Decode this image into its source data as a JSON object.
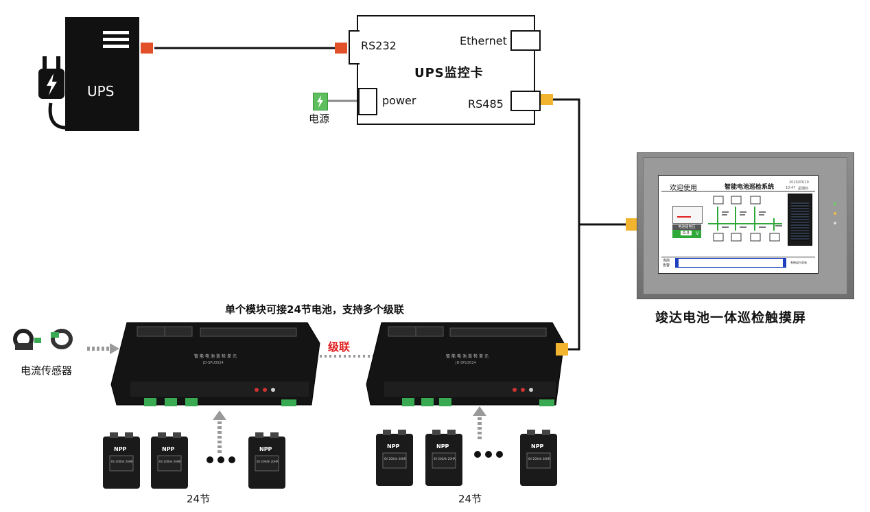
{
  "ups": {
    "label": "UPS"
  },
  "card": {
    "title": "UPS监控卡",
    "rs232": "RS232",
    "ethernet": "Ethernet",
    "power": "power",
    "rs485": "RS485"
  },
  "power_source": {
    "label": "电源"
  },
  "touchscreen": {
    "caption": "竣达电池一体巡检触摸屏",
    "welcome": "欢迎使用",
    "system_title": "智能电池巡检系统",
    "date": "2020/03/19",
    "time": "10:47",
    "weekday": "星期四",
    "voltage_label": "电池组电压",
    "voltage_value": "0.0",
    "voltage_unit": "V",
    "status_line1": "当前",
    "status_line2": "告警",
    "footer_right": "系统运行状态"
  },
  "module": {
    "caption": "单个模块可接24节电池，支持多个级联",
    "name": "智能电池巡检单元",
    "model": "JD-SPU3024"
  },
  "cascade": {
    "label": "级联"
  },
  "sensor": {
    "label": "电流传感器"
  },
  "battery": {
    "brand": "NPP",
    "spec": "6V 200Ah 20HR",
    "count_label": "24节"
  },
  "colors": {
    "accent": "#e2502a",
    "connector": "#f2b32e",
    "cascade_text": "#e02020",
    "screen_green": "#2fa83a",
    "screen_blue": "#1f3fbf"
  }
}
